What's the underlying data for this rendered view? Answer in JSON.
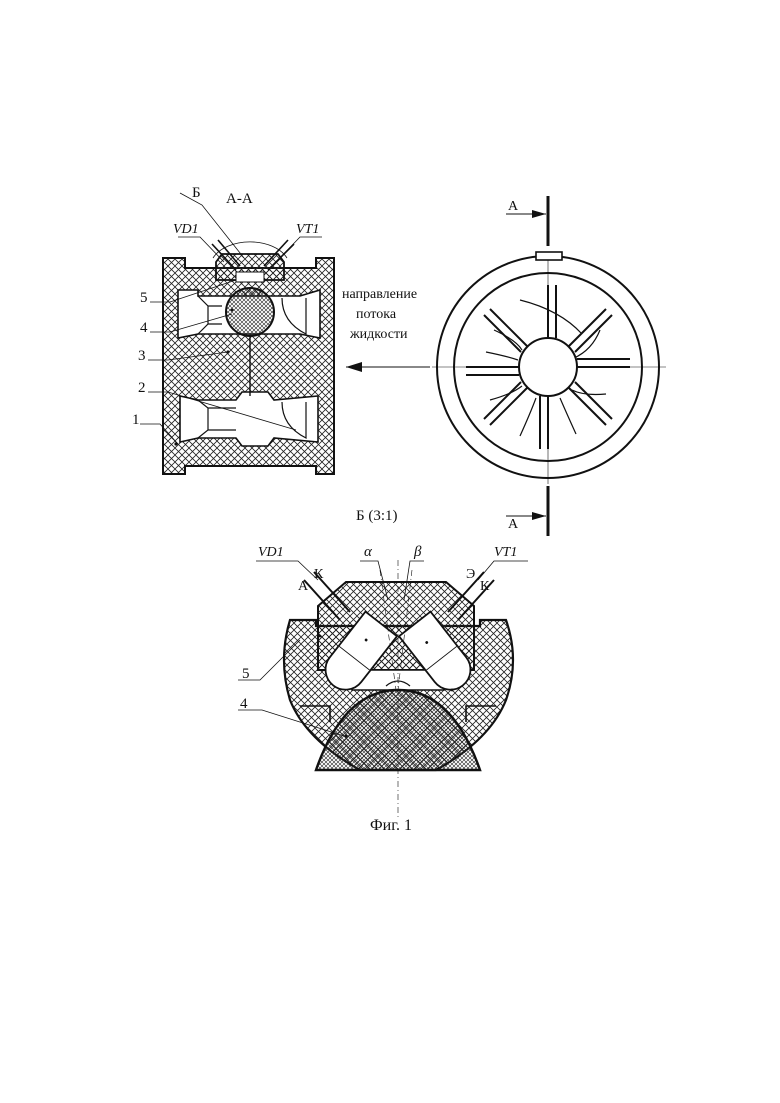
{
  "labels": {
    "section_title": "А-А",
    "callout_b": "Б",
    "vd1": "VD1",
    "vt1": "VT1",
    "part_numbers": [
      "5",
      "4",
      "3",
      "2",
      "1"
    ],
    "flow_text": [
      "направление",
      "потока",
      "жидкости"
    ],
    "section_mark": "А",
    "detail_title": "Б (3:1)",
    "detail_vd1": "VD1",
    "detail_vt1": "VT1",
    "alpha": "α",
    "beta": "β",
    "pin_a": "А",
    "pin_k_left": "К",
    "pin_e": "Э",
    "pin_k_right": "К",
    "detail_part_5": "5",
    "detail_part_4": "4",
    "caption": "Фиг. 1"
  },
  "colors": {
    "ink": "#111111",
    "hatch": "#222222",
    "background": "#ffffff"
  }
}
